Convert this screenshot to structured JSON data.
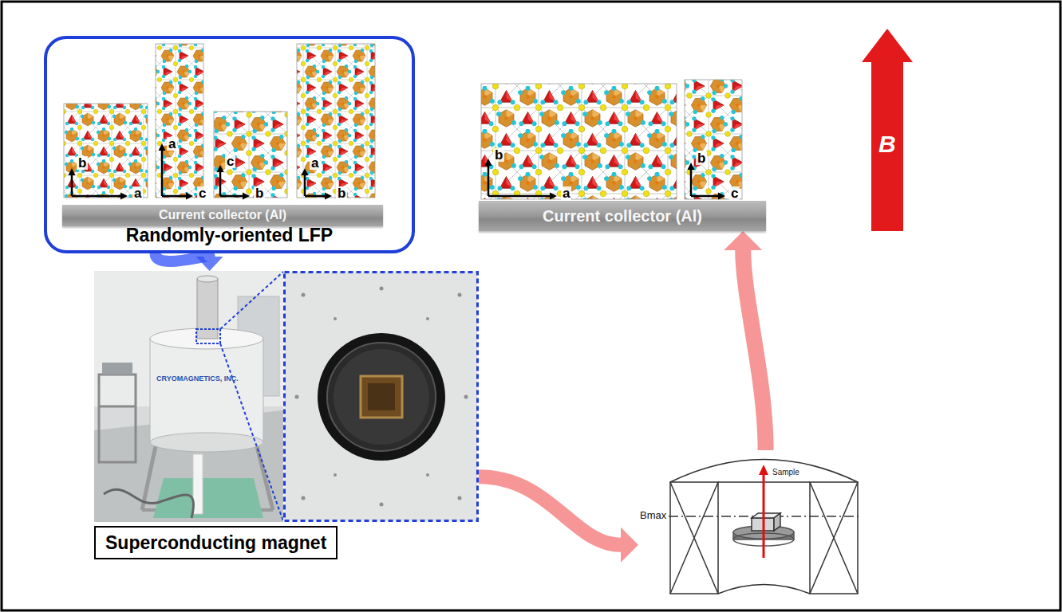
{
  "diagram": {
    "nodes": [
      {
        "text": [
          "Randomly-oriented LFP"
        ]
      },
      {
        "text": [
          "Current collector (Al)"
        ],
        "in": 0
      },
      {
        "text": [
          "Current collector (Al)"
        ]
      },
      {
        "text": [
          "Superconducting magnet"
        ]
      },
      {
        "text": [
          "Sample",
          "Bmax"
        ]
      }
    ],
    "edges": [
      {
        "from": 0,
        "to": 3,
        "arrow": "to"
      },
      {
        "from": 3,
        "to": 4,
        "arrow": "to"
      },
      {
        "from": 4,
        "to": 2,
        "arrow": "to"
      }
    ],
    "labels": [
      "b",
      "a",
      "a",
      "c",
      "c",
      "b",
      "a",
      "b",
      "b",
      "a",
      "b",
      "c",
      "CRYOMAGNETICS, INC.",
      "B"
    ]
  }
}
